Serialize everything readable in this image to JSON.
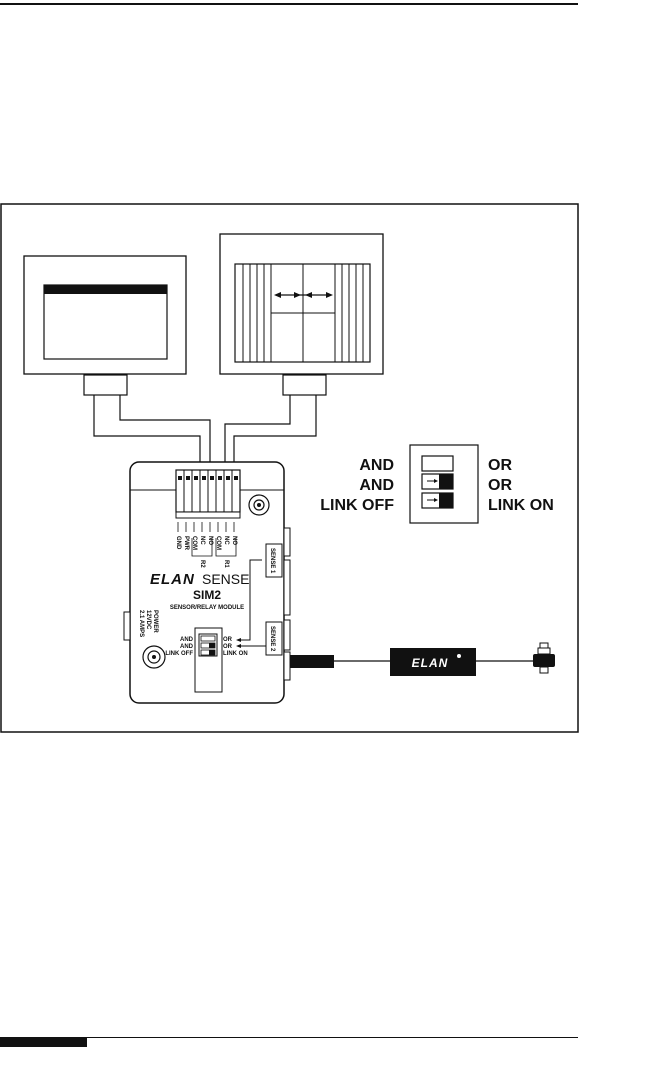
{
  "legend": {
    "left_labels": [
      "AND",
      "AND",
      "LINK OFF"
    ],
    "right_labels": [
      "OR",
      "OR",
      "LINK ON"
    ]
  },
  "module": {
    "brand": "ELAN",
    "brand_suffix": "SENSE",
    "model": "SIM2",
    "subtitle": "SENSOR/RELAY MODULE",
    "terminal_labels": [
      "GND",
      "PWR",
      "COM",
      "NC",
      "NO",
      "COM",
      "NC",
      "NO"
    ],
    "relay_labels": [
      "R2",
      "R1"
    ],
    "sense_ports": [
      "SENSE 1",
      "SENSE 2"
    ],
    "power_text": [
      "POWER",
      "12VDC",
      "2.1 AMPS"
    ],
    "switch_left": [
      "AND",
      "AND",
      "LINK OFF"
    ],
    "switch_right": [
      "OR",
      "OR",
      "LINK ON"
    ]
  },
  "sensor": {
    "brand": "ELAN"
  },
  "colors": {
    "line": "#111111",
    "paper": "#ffffff"
  }
}
